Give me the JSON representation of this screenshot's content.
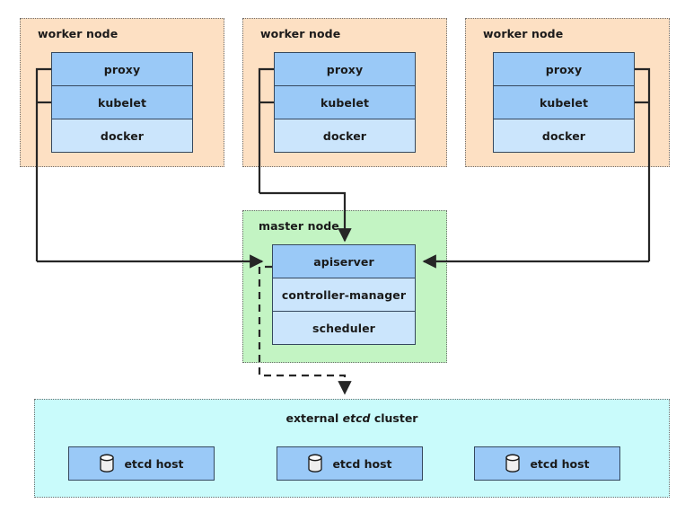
{
  "diagram": {
    "title_present": false,
    "colors": {
      "worker_bg": "#fde0c3",
      "master_bg": "#c3f4c3",
      "etcd_bg": "#c9fbfb",
      "component_dark": "#9ac9f7",
      "component_light": "#cbe5fc",
      "box_border": "#35485e",
      "group_border": "#6e6e6e",
      "wire": "#262626"
    }
  },
  "worker_nodes": [
    {
      "label": "worker node",
      "components": [
        {
          "label": "proxy",
          "shade": "dark"
        },
        {
          "label": "kubelet",
          "shade": "dark"
        },
        {
          "label": "docker",
          "shade": "light"
        }
      ]
    },
    {
      "label": "worker node",
      "components": [
        {
          "label": "proxy",
          "shade": "dark"
        },
        {
          "label": "kubelet",
          "shade": "dark"
        },
        {
          "label": "docker",
          "shade": "light"
        }
      ]
    },
    {
      "label": "worker node",
      "components": [
        {
          "label": "proxy",
          "shade": "dark"
        },
        {
          "label": "kubelet",
          "shade": "dark"
        },
        {
          "label": "docker",
          "shade": "light"
        }
      ]
    }
  ],
  "master_node": {
    "label": "master node",
    "components": [
      {
        "label": "apiserver",
        "shade": "dark"
      },
      {
        "label": "controller-manager",
        "shade": "light"
      },
      {
        "label": "scheduler",
        "shade": "light"
      }
    ]
  },
  "etcd_cluster": {
    "title_prefix": "external ",
    "title_emphasis": "etcd",
    "title_suffix": " cluster",
    "hosts": [
      {
        "label": "etcd host",
        "icon": "database-cylinder-icon"
      },
      {
        "label": "etcd host",
        "icon": "database-cylinder-icon"
      },
      {
        "label": "etcd host",
        "icon": "database-cylinder-icon"
      }
    ]
  },
  "connections": [
    {
      "name": "worker-left-to-apiserver",
      "style": "solid",
      "arrow": "end"
    },
    {
      "name": "worker-middle-to-apiserver",
      "style": "solid",
      "arrow": "end"
    },
    {
      "name": "worker-right-to-apiserver",
      "style": "solid",
      "arrow": "end"
    },
    {
      "name": "apiserver-to-etcd-cluster",
      "style": "dashed",
      "arrow": "end"
    }
  ]
}
